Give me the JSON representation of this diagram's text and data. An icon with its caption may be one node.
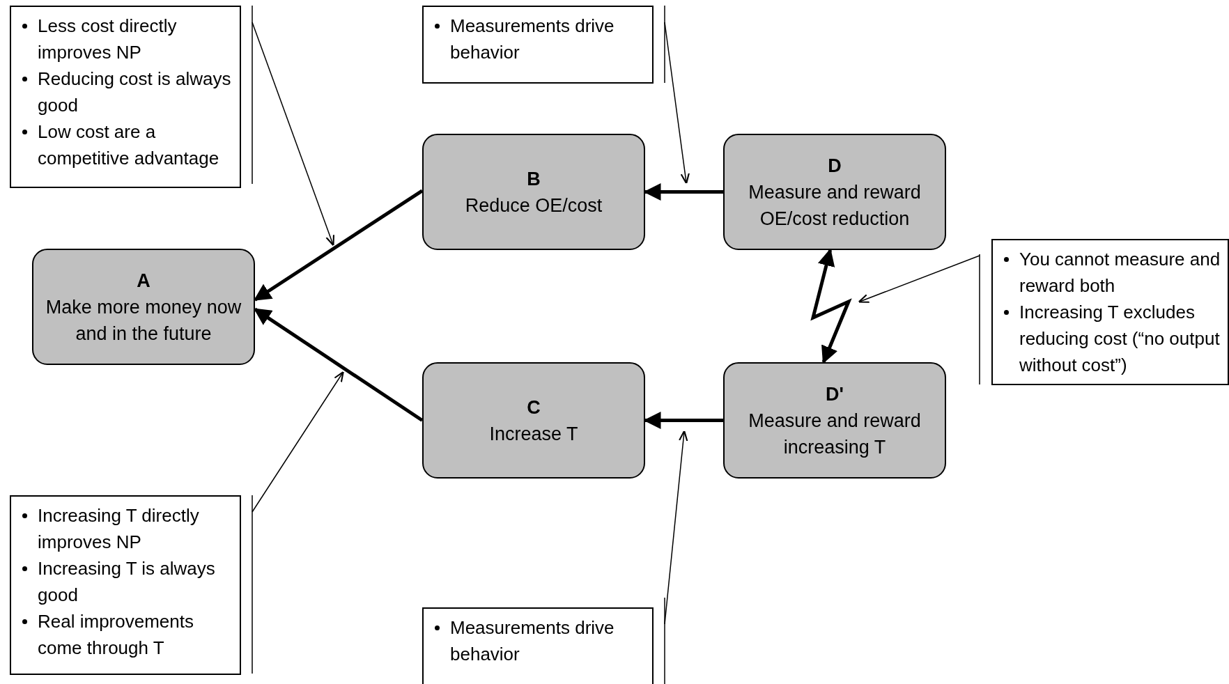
{
  "diagram": {
    "nodes": [
      {
        "text": [
          "Less cost directly improves NP",
          "Reducing cost is always good",
          "Low cost are a competitive advantage"
        ]
      },
      {
        "text": [
          "Measurements drive behavior"
        ]
      },
      {
        "text": [
          "B",
          "Reduce OE/cost"
        ]
      },
      {
        "text": [
          "D",
          "Measure and reward OE/cost reduction"
        ]
      },
      {
        "text": [
          "A",
          "Make more money now and in the future"
        ]
      },
      {
        "text": [
          "You cannot measure and reward both",
          "Increasing T excludes reducing cost (“no output without cost”)"
        ]
      },
      {
        "text": [
          "C",
          "Increase T"
        ]
      },
      {
        "text": [
          "D'",
          "Measure and reward increasing T"
        ]
      },
      {
        "text": [
          "Increasing T directly improves NP",
          "Increasing T is always good",
          "Real improvements come through T"
        ]
      },
      {
        "text": [
          "Measurements drive behavior"
        ]
      }
    ],
    "edges": [
      {
        "from": 2,
        "to": 4,
        "arrow": "to",
        "style": "thick"
      },
      {
        "from": 6,
        "to": 4,
        "arrow": "to",
        "style": "thick"
      },
      {
        "from": 3,
        "to": 2,
        "arrow": "to",
        "style": "thick"
      },
      {
        "from": 7,
        "to": 6,
        "arrow": "to",
        "style": "thick"
      },
      {
        "from": 7,
        "to": 3,
        "arrow": "both",
        "style": "thick"
      },
      {
        "from": 0,
        "to": null,
        "arrow": "to"
      },
      {
        "from": 1,
        "to": null,
        "arrow": "to"
      },
      {
        "from": 5,
        "to": null,
        "arrow": "to"
      },
      {
        "from": 8,
        "to": null,
        "arrow": "to"
      },
      {
        "from": 9,
        "to": null,
        "arrow": "to"
      }
    ]
  }
}
